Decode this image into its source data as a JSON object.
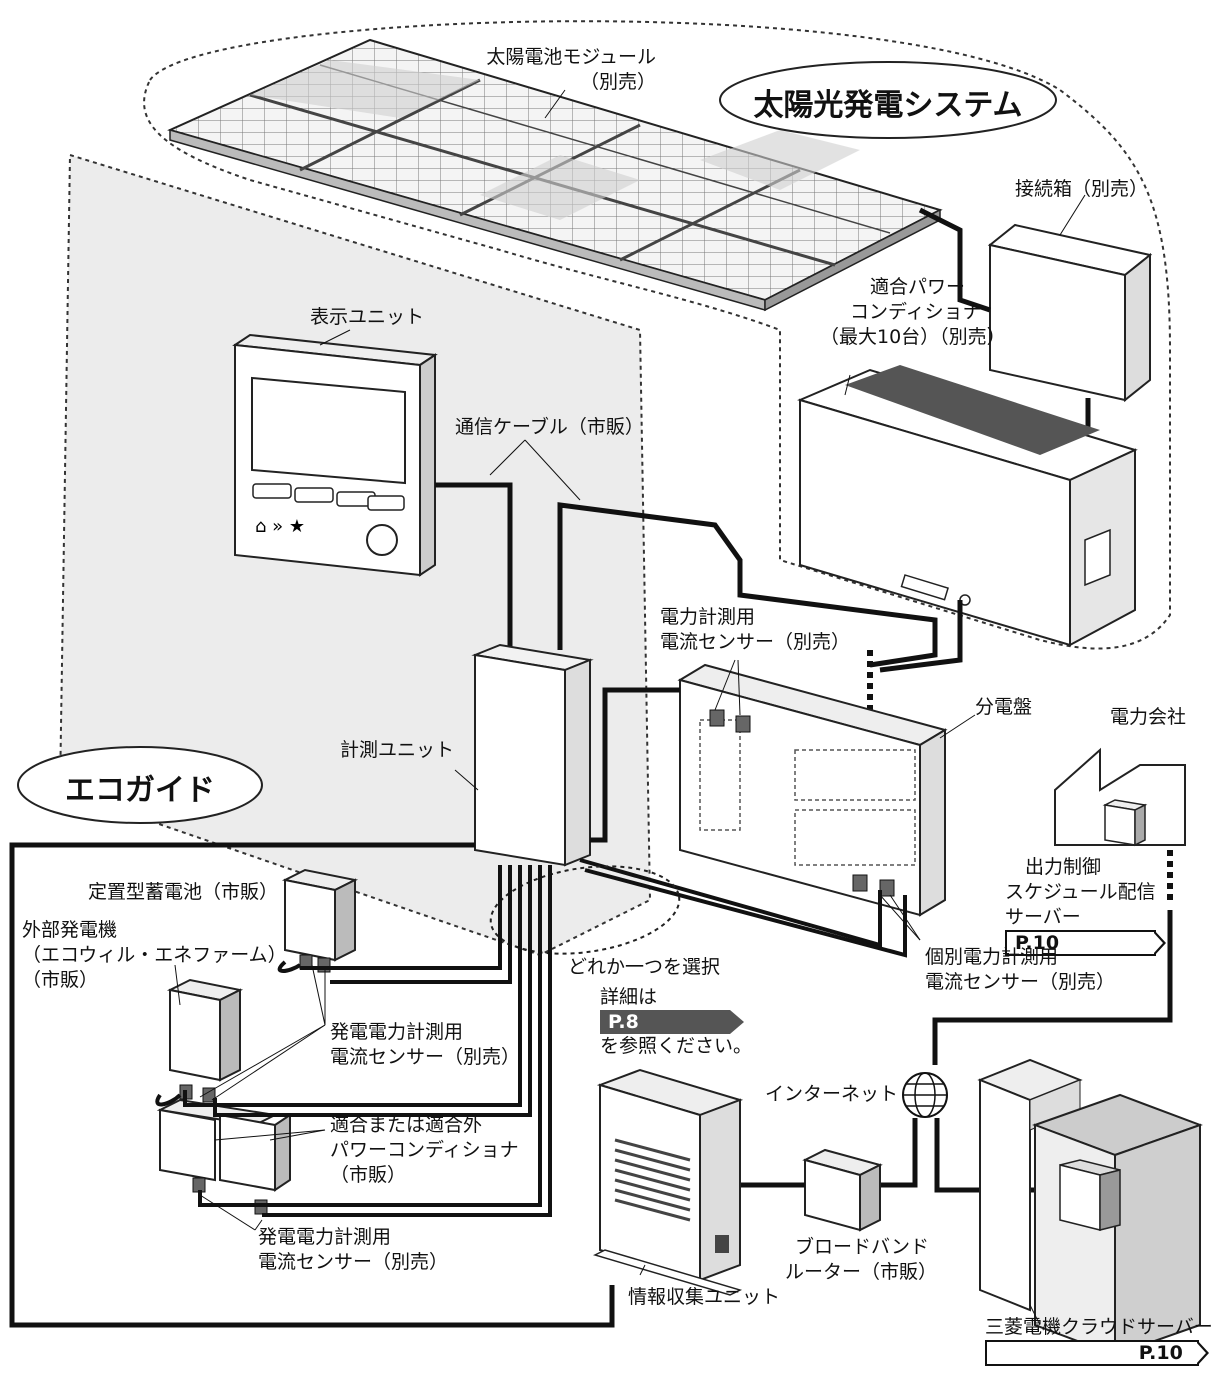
{
  "system_title": "太陽光発電システム",
  "ecoguide_title": "エコガイド",
  "labels": {
    "solar_module_1": "太陽電池モジュール",
    "solar_module_2": "（別売）",
    "junction_box": "接続箱（別売）",
    "pcs_1": "適合パワー",
    "pcs_2": "コンディショナ",
    "pcs_3": "（最大10台）（別売）",
    "display_unit": "表示ユニット",
    "comm_cable": "通信ケーブル（市販）",
    "meas_unit": "計測ユニット",
    "power_sensor_1": "電力計測用",
    "power_sensor_2": "電流センサー（別売）",
    "panelboard": "分電盤",
    "power_company": "電力会社",
    "schedule_1": "出力制御",
    "schedule_2": "スケジュール配信",
    "schedule_3": "サーバー",
    "indiv_sensor_1": "個別電力計測用",
    "indiv_sensor_2": "電流センサー（別売）",
    "battery": "定置型蓄電池（市販）",
    "ext_gen_1": "外部発電機",
    "ext_gen_2": "（エコウィル・エネファーム）",
    "ext_gen_3": "（市販）",
    "choose_one": "どれか一つを選択",
    "details_pre": "詳細は",
    "details_post": "を参照ください。",
    "gen_sensor_a_1": "発電電力計測用",
    "gen_sensor_a_2": "電流センサー（別売）",
    "pcs_other_1": "適合または適合外",
    "pcs_other_2": "パワーコンディショナ",
    "pcs_other_3": "（市販）",
    "gen_sensor_b_1": "発電電力計測用",
    "gen_sensor_b_2": "電流センサー（別売）",
    "internet": "インターネット",
    "router_1": "ブロードバンド",
    "router_2": "ルーター（市販）",
    "info_unit": "情報収集ユニット",
    "cloud_server": "三菱電機クラウドサーバー"
  },
  "refs": {
    "schedule_ref": "P.10",
    "details_ref": "P.8",
    "cloud_ref": "P.10"
  }
}
